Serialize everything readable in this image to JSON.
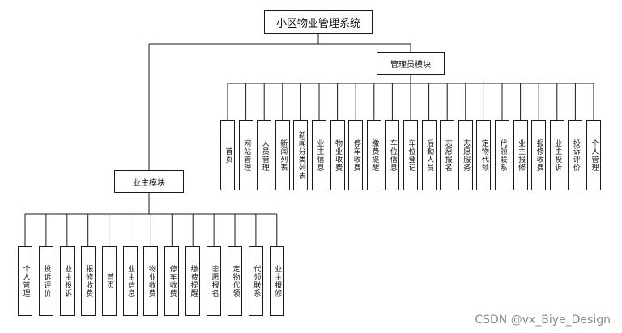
{
  "root": {
    "label": "小区物业管理系统"
  },
  "modules": [
    {
      "id": "admin",
      "label": "管理员模块",
      "children": [
        "首页",
        "网站管理",
        "人员管理",
        "新闻列表",
        "新闻分类列表",
        "业主信息",
        "物业收费",
        "停车收费",
        "缴费提醒",
        "车位信息",
        "车位登记",
        "后勤人员",
        "志愿报名",
        "志愿服务",
        "定物代领",
        "代领联系",
        "业主报修",
        "报修收费",
        "业主投诉",
        "投诉评价",
        "个人管理"
      ]
    },
    {
      "id": "owner",
      "label": "业主模块",
      "children": [
        "个人管理",
        "投诉评价",
        "业主投诉",
        "报修收费",
        "首页",
        "业主信息",
        "物业收费",
        "停车收费",
        "缴费提醒",
        "志愿报名",
        "定物代领",
        "代领联系",
        "业主报修"
      ]
    }
  ],
  "watermark": "CSDN @vx_Biye_Design",
  "colors": {
    "line": "#1a1a1a",
    "box_border": "#1a1a1a",
    "watermark": "#8a8a8a"
  }
}
